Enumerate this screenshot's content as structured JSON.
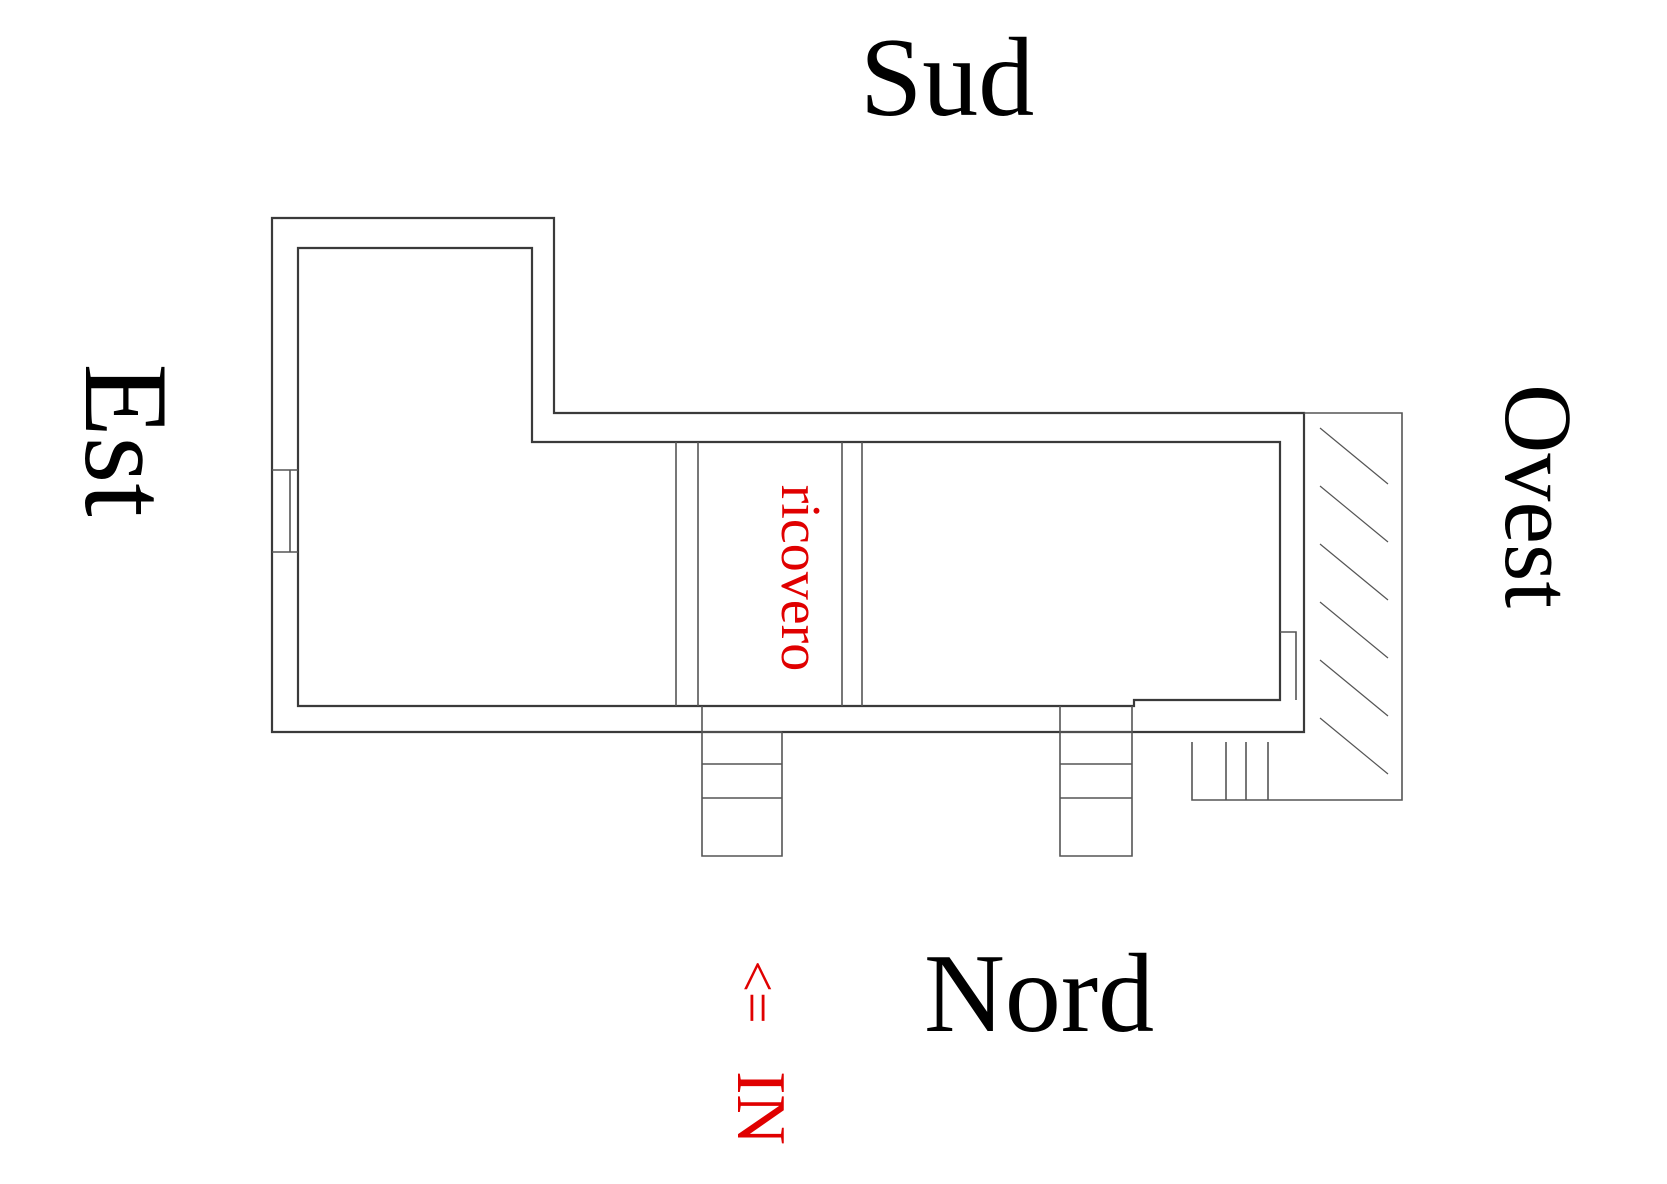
{
  "orientation": {
    "south": "Sud",
    "north": "Nord",
    "east": "Est",
    "west": "Ovest"
  },
  "rooms": {
    "shelter": "ricovero"
  },
  "entrance": {
    "arrow": "<=",
    "label": "IN"
  },
  "colors": {
    "text": "#000000",
    "annotation": "#e00000",
    "lines": "#3a3a3a"
  }
}
